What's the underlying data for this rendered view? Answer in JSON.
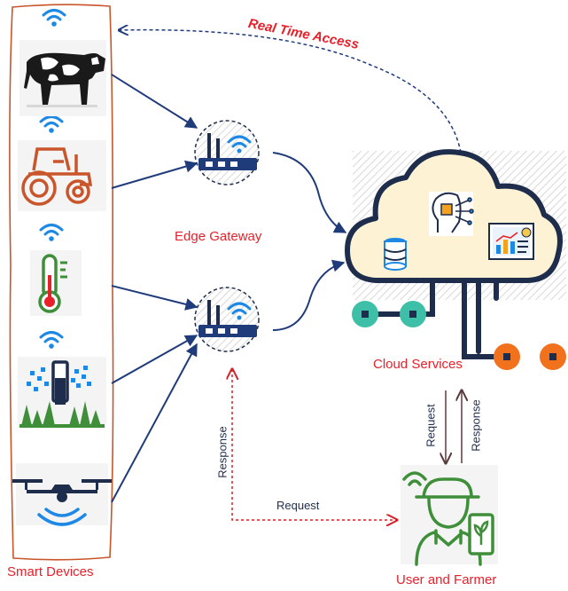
{
  "labels": {
    "real_time_access": "Real Time Access",
    "edge_gateway": "Edge Gateway",
    "cloud_services": "Cloud Services",
    "smart_devices": "Smart Devices",
    "user_and_farmer": "User and Farmer",
    "request_bottom": "Request",
    "response_left": "Response",
    "request_cloud": "Request",
    "response_cloud": "Response"
  },
  "devices": [
    {
      "icon": "cow-icon"
    },
    {
      "icon": "tractor-icon"
    },
    {
      "icon": "thermometer-icon"
    },
    {
      "icon": "sprinkler-icon"
    },
    {
      "icon": "drone-icon"
    }
  ],
  "colors": {
    "label_red": "#e8202a",
    "arrow_navy": "#1f3b7a",
    "device_panel_border": "#c9552b",
    "wifi_blue": "#1e88e5",
    "cloud_fill": "#fdf3d4",
    "connector_teal": "#3dbfa8",
    "connector_orange": "#f2711c",
    "farmer_green": "#3f8f3a"
  }
}
